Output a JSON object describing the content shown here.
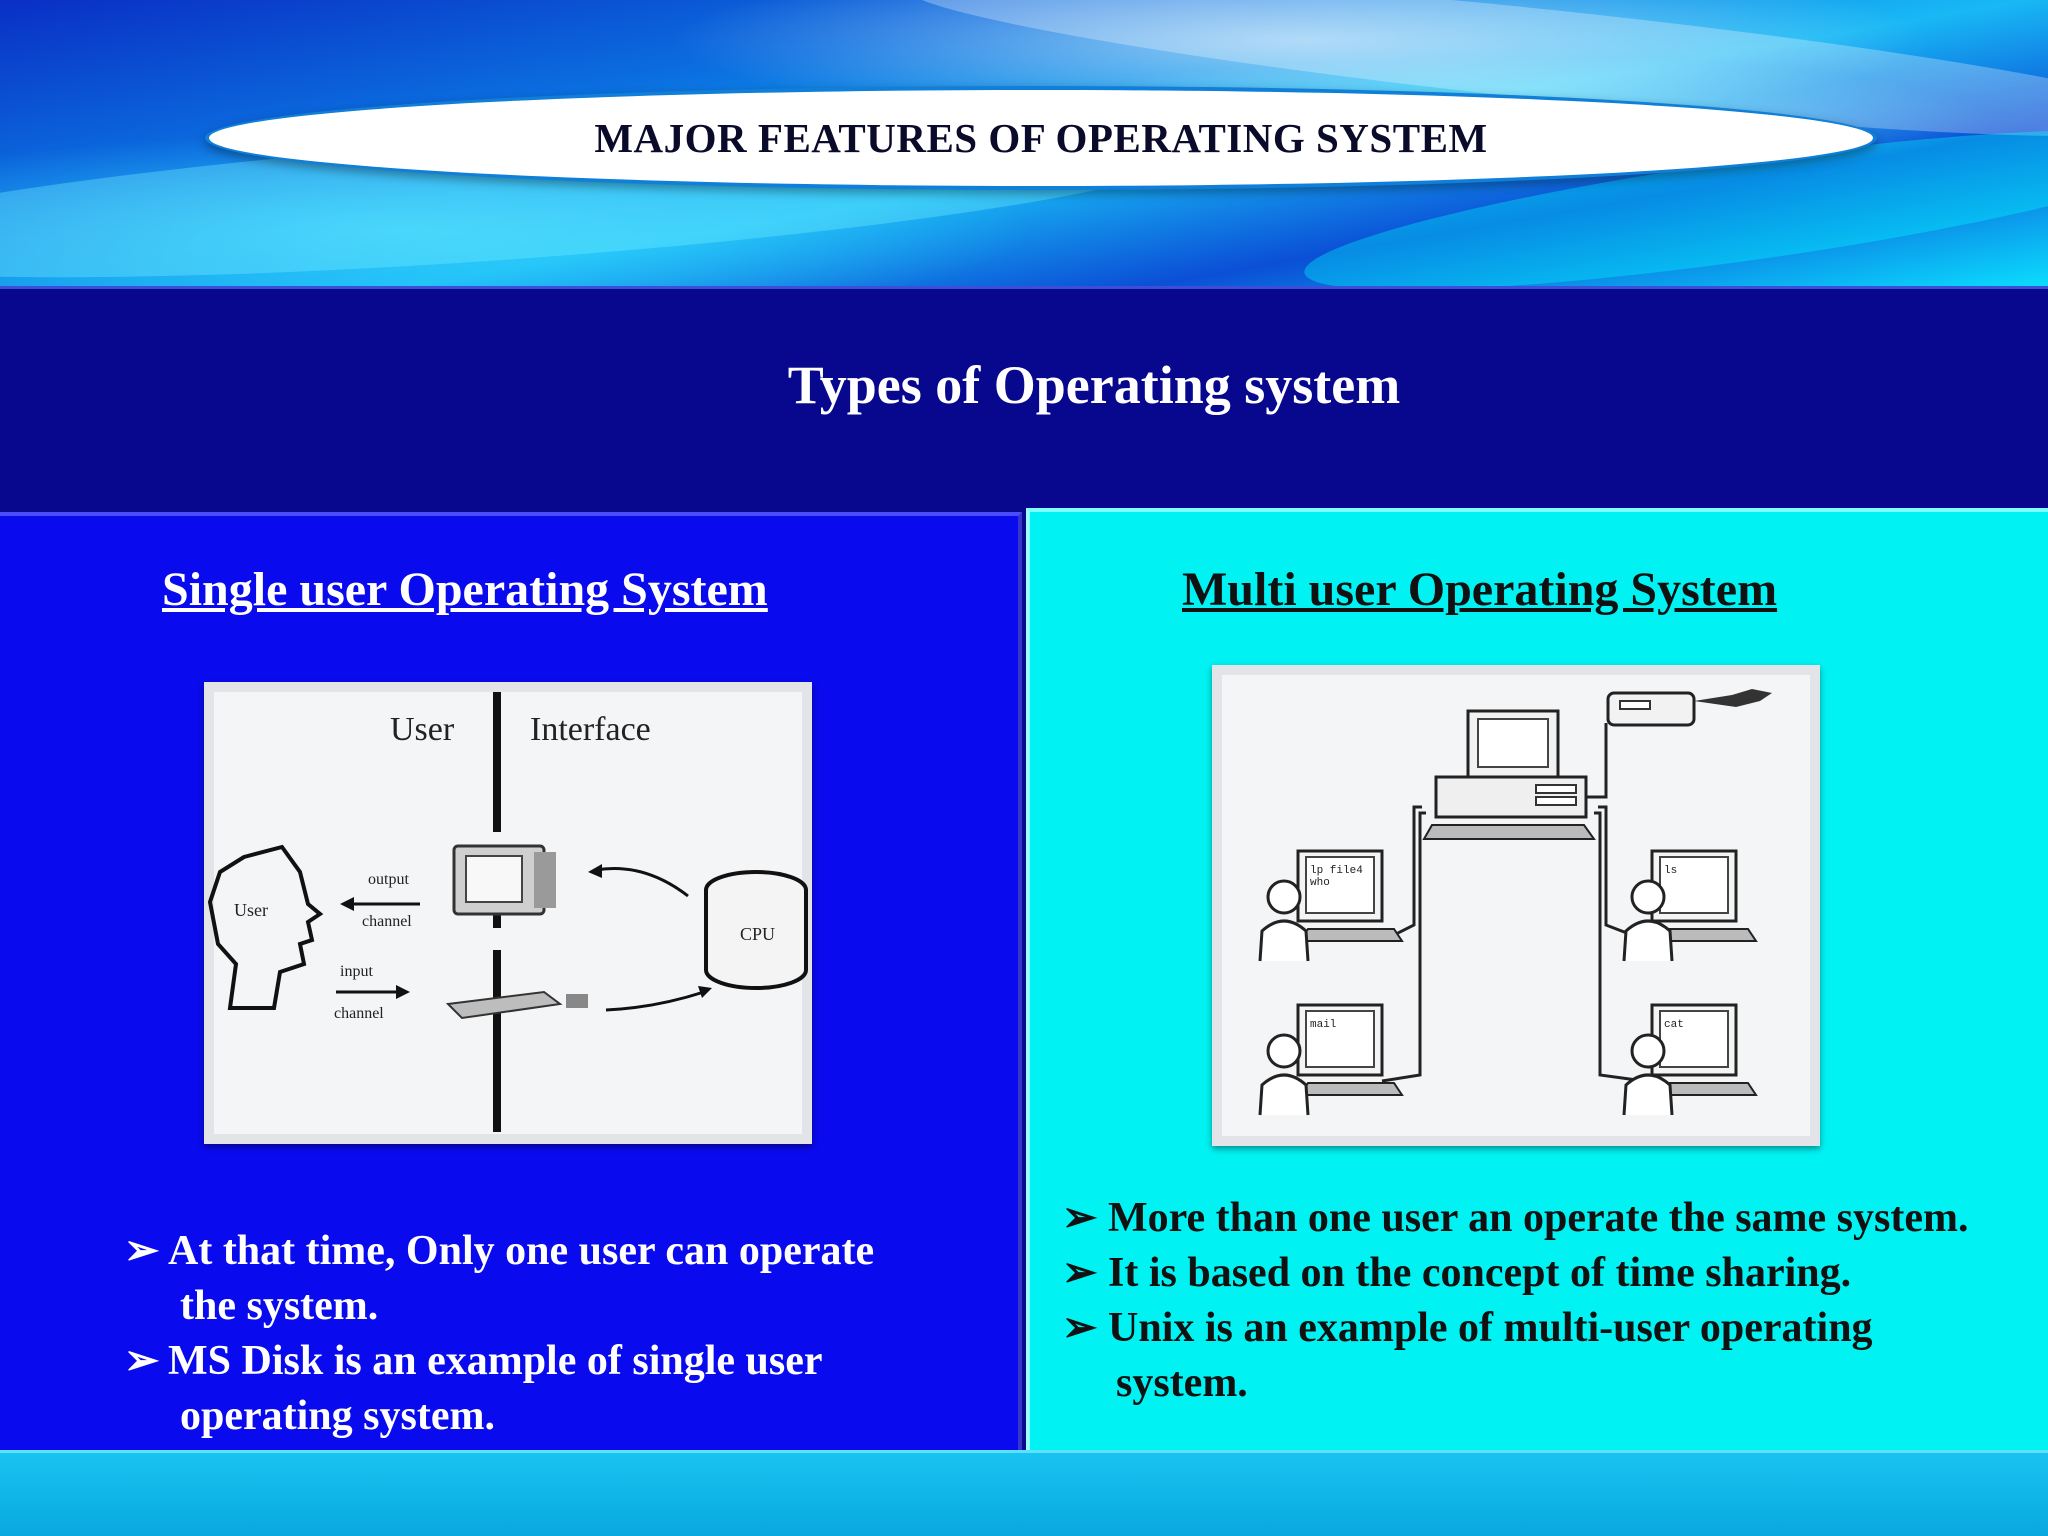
{
  "header": {
    "title": "MAJOR FEATURES OF OPERATING  SYSTEM"
  },
  "section": {
    "title": "Types of Operating system"
  },
  "single_user": {
    "heading": "Single user Operating System",
    "diagram": {
      "label_user_column": "User",
      "label_interface_column": "Interface",
      "label_user_head": "User",
      "label_output": "output",
      "label_output_channel": "channel",
      "label_input": "input",
      "label_input_channel": "channel",
      "label_cpu": "CPU"
    },
    "bullets": [
      {
        "mark": "➢",
        "line1": "At that time, Only one user can operate",
        "line2": "the system."
      },
      {
        "mark": "➢",
        "line1": "MS Disk is an example of single user",
        "line2": "operating system."
      }
    ]
  },
  "multi_user": {
    "heading": "Multi user Operating System",
    "diagram": {
      "screen_text_1": "lp file4",
      "screen_text_1b": "who",
      "screen_text_2": "ls",
      "screen_text_3": "mail",
      "screen_text_4": "cat"
    },
    "bullets": [
      {
        "mark": "➢",
        "line1": "More than one user an operate the same system.",
        "line2": ""
      },
      {
        "mark": "➢",
        "line1": "It is based on the concept of time sharing.",
        "line2": ""
      },
      {
        "mark": "➢",
        "line1": "Unix is an example of multi-user operating",
        "line2": "system."
      }
    ]
  }
}
